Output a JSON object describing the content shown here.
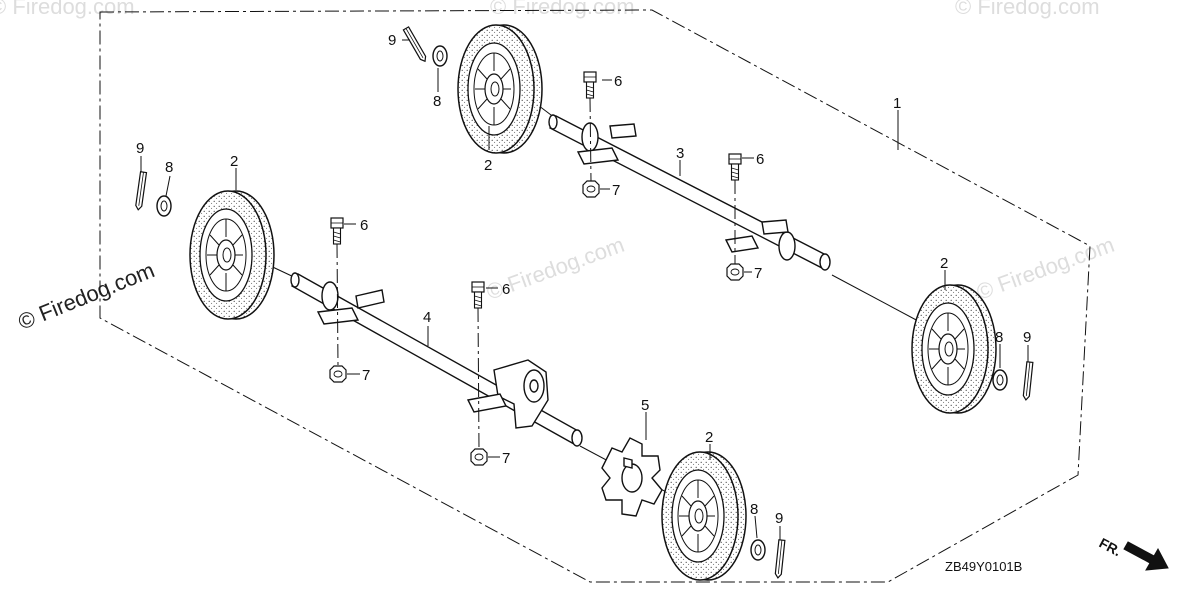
{
  "diagram": {
    "callouts": {
      "c1": "1",
      "c2a": "2",
      "c2b": "2",
      "c2c": "2",
      "c2d": "2",
      "c3": "3",
      "c4": "4",
      "c5": "5",
      "c6a": "6",
      "c6b": "6",
      "c6c": "6",
      "c6d": "6",
      "c7a": "7",
      "c7b": "7",
      "c7c": "7",
      "c7d": "7",
      "c8a": "8",
      "c8b": "8",
      "c8c": "8",
      "c8d": "8",
      "c9a": "9",
      "c9b": "9",
      "c9c": "9",
      "c9d": "9"
    },
    "drawing_code": "ZB49Y0101B",
    "front_indicator": "FR.",
    "watermark": "© Firedog.com"
  }
}
